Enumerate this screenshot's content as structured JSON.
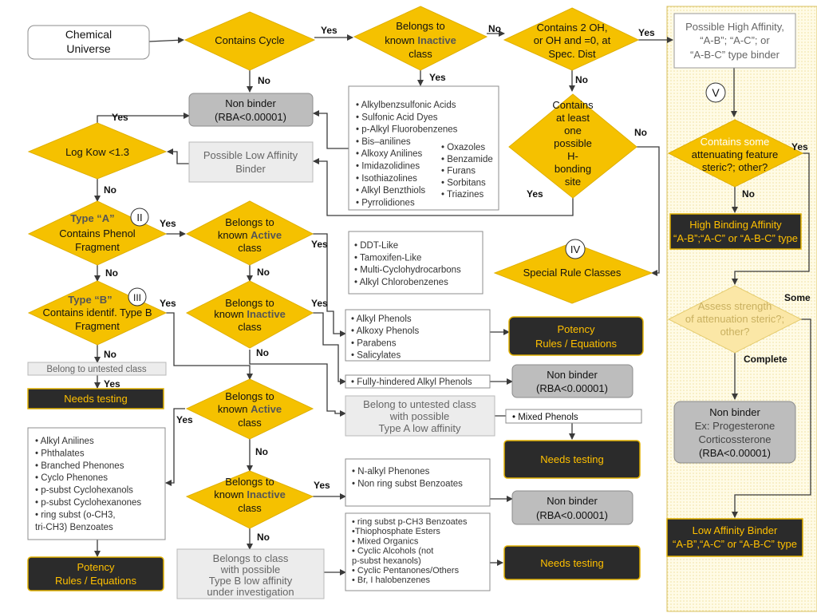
{
  "start": {
    "line1": "Chemical",
    "line2": "Universe"
  },
  "decisions": {
    "contains_cycle": "Contains Cycle",
    "known_inactive_top": {
      "line1": "Belongs to",
      "line2a": "known ",
      "line2b": "Inactive",
      "line3": "class"
    },
    "two_oh": {
      "line1": "Contains 2 OH,",
      "line2": "or OH and  =0, at",
      "line3": "Spec. Dist"
    },
    "h_bonding": {
      "lines": [
        "Contains",
        "at least",
        "one",
        "possible",
        "H-",
        "bonding",
        "site"
      ]
    },
    "log_kow": "Log Kow <1.3",
    "type_a": {
      "line1a": "Type “A”",
      "line2": "Contains Phenol",
      "line3": "Fragment",
      "numeral": "II"
    },
    "known_active_1": {
      "line1": "Belongs to",
      "line2a": "known ",
      "line2b": "Active",
      "line3": "class"
    },
    "type_b": {
      "line1a": "Type “B”",
      "line2": "Contains identif. Type B",
      "line3": "Fragment",
      "numeral": "III"
    },
    "known_inactive_2": {
      "line1": "Belongs to",
      "line2a": "known ",
      "line2b": "Inactive",
      "line3": "class"
    },
    "known_active_2": {
      "line1": "Belongs to",
      "line2a": "known ",
      "line2b": "Active",
      "line3": "class"
    },
    "known_inactive_3": {
      "line1": "Belongs to",
      "line2a": "known ",
      "line2b": "Inactive",
      "line3": "class"
    },
    "special_rules": {
      "label": "Special Rule Classes",
      "numeral": "IV"
    },
    "attenuating": {
      "line1": "Contains some",
      "line2": "attenuating feature",
      "line3": "steric?; other?"
    },
    "assess_strength": {
      "line1": "Assess strength",
      "line2": "of attenuation steric?;",
      "line3": "other?"
    }
  },
  "edge_labels": {
    "yes": "Yes",
    "no": "No",
    "some": "Some",
    "complete": "Complete"
  },
  "outcomes": {
    "non_binder_top": {
      "line1": "Non binder",
      "line2": "(RBA<0.00001)"
    },
    "possible_low_affinity": {
      "line1": "Possible Low Affinity",
      "line2": "Binder"
    },
    "untested_class_left": "Belong to untested class",
    "needs_testing_left": "Needs testing",
    "potency_left": {
      "line1": "Potency",
      "line2": "Rules / Equations"
    },
    "potency_mid": {
      "line1": "Potency",
      "line2": "Rules / Equations"
    },
    "non_binder_mid": {
      "line1": "Non binder",
      "line2": "(RBA<0.00001)"
    },
    "untested_type_a": {
      "line1": "Belong to untested class",
      "line2": "with possible",
      "line3": "Type A low affinity"
    },
    "mixed_phenols": "• Mixed Phenols",
    "needs_testing_mid": "Needs testing",
    "non_binder_low": {
      "line1": "Non binder",
      "line2": "(RBA<0.00001)"
    },
    "type_b_low": {
      "line1": "Belongs to class",
      "line2": "with possible",
      "line3": "Type B low affinity",
      "line4": "under investigation"
    },
    "needs_testing_bottom": "Needs testing",
    "high_affinity_candidate": {
      "line1": "Possible High Affinity,",
      "line2": "“A-B”; “A-C”; or",
      "line3": "“A-B-C” type binder",
      "numeral": "V"
    },
    "high_binding": {
      "line1": "High Binding Affinity",
      "line2": "“A-B”;“A-C” or “A-B-C” type"
    },
    "non_binder_right": {
      "line1": "Non binder",
      "line2": "Ex: Progesterone",
      "line3": "Corticossterone",
      "line4": "(RBA<0.00001)"
    },
    "low_affinity_binder": {
      "line1": "Low Affinity Binder",
      "line2": "“A-B”,“A-C” or “A-B-C” type"
    }
  },
  "lists": {
    "inactive_top_col1": [
      "• Alkylbenzsulfonic Acids",
      "• Sulfonic Acid Dyes",
      "• p-Alkyl Fluorobenzenes",
      "• Bis–anilines",
      "• Alkoxy Anilines",
      "• Imidazolidines",
      "• Isothiazolines",
      "• Alkyl Benzthiols",
      "• Pyrrolidiones"
    ],
    "inactive_top_col2": [
      "• Oxazoles",
      "• Benzamide",
      "• Furans",
      "• Sorbitans",
      "• Triazines"
    ],
    "special_rules": [
      "• DDT-Like",
      "• Tamoxifen-Like",
      "• Multi-Cyclohydrocarbons",
      "• Alkyl Chlorobenzenes"
    ],
    "active_type_a": [
      "• Alkyl Phenols",
      "• Alkoxy Phenols",
      "• Parabens",
      "• Salicylates"
    ],
    "inactive_type_a": [
      "• Fully-hindered Alkyl Phenols"
    ],
    "active_type_b": [
      "• Alkyl Anilines",
      "• Phthalates",
      "• Branched Phenones",
      "• Cyclo Phenones",
      "• p-subst Cyclohexanols",
      "• p-subst Cyclohexanones",
      "• ring subst (o-CH3,",
      "     tri-CH3) Benzoates"
    ],
    "inactive_type_b": [
      "• N-alkyl Phenones",
      "• Non ring subst Benzoates"
    ],
    "type_b_low_list": [
      "• ring subst p-CH3 Benzoates",
      "•Thiophosphate Esters",
      "• Mixed Organics",
      "• Cyclic Alcohols (not",
      "       p-subst hexanols)",
      "• Cyclic Pentanones/Others",
      "• Br, I halobenzenes"
    ]
  },
  "colors": {
    "diamond": "#f5c100",
    "dark_box": "#2b2b2b",
    "accent_text": "#ffc000",
    "grey_box": "#bdbdbd",
    "panel": "#fffbe6"
  }
}
